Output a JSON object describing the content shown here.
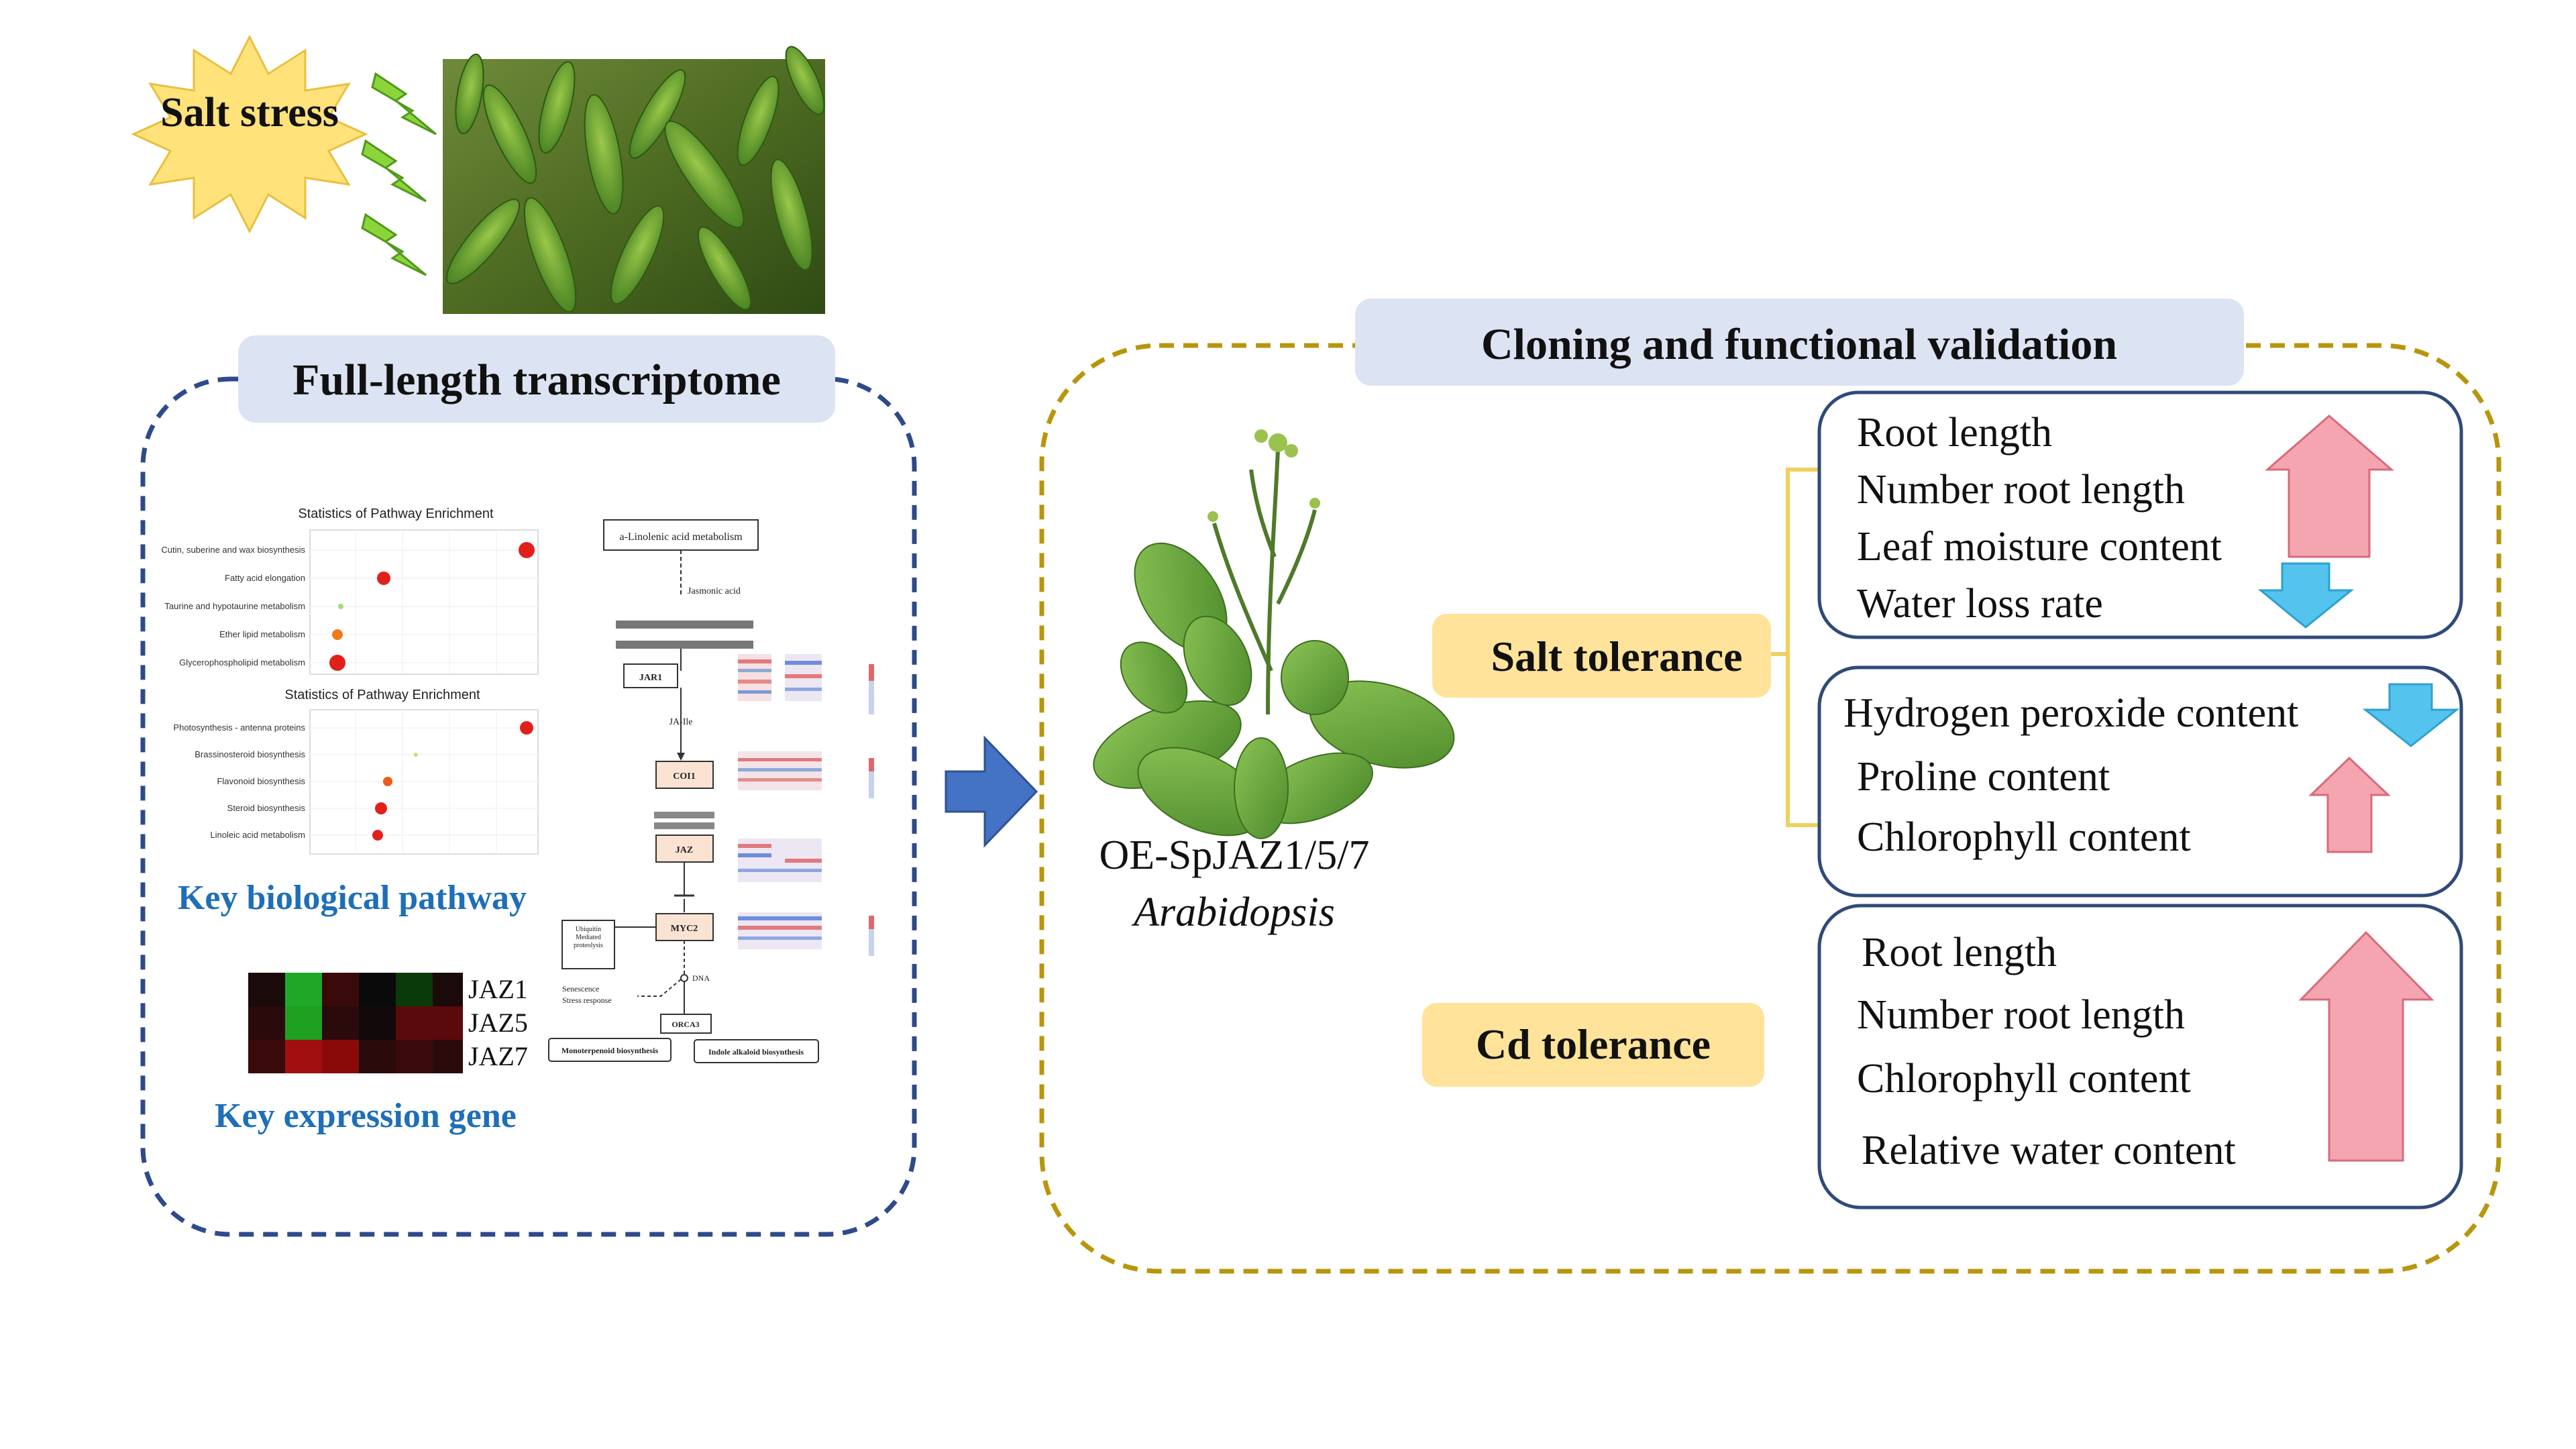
{
  "salt_stress": {
    "label": "Salt stress"
  },
  "left_panel": {
    "title": "Full-length transcriptome",
    "enrichment_plots": [
      {
        "title": "Statistics of Pathway Enrichment",
        "pathways": [
          "Cutin, suberine and wax biosynthesis",
          "Fatty acid elongation",
          "Taurine and hypotaurine metabolism",
          "Ether lipid metabolism",
          "Glycerophospholipid metabolism"
        ]
      },
      {
        "title": "Statistics of Pathway Enrichment",
        "pathways": [
          "Photosynthesis - antenna proteins",
          "Brassinosteroid biosynthesis",
          "Flavonoid biosynthesis",
          "Steroid biosynthesis",
          "Linoleic acid metabolism"
        ]
      }
    ],
    "pathway_caption": "Key biological pathway",
    "heatmap_genes": [
      "JAZ1",
      "JAZ5",
      "JAZ7"
    ],
    "gene_caption": "Key expression gene",
    "signaling": {
      "top": "a-Linolenic acid metabolism",
      "jasmonic": "Jasmonic acid",
      "jar1": "JAR1",
      "ja_ile": "JA-Ile",
      "coi1": "COI1",
      "jaz": "JAZ",
      "myc2": "MYC2",
      "ubiquitin": "Ubiquitin Mediated proteolysis",
      "senescence": "Senescence",
      "stress": "Stress response",
      "dna": "DNA",
      "orca3": "ORCA3",
      "mono": "Monoterpenoid biosynthesis",
      "indole": "Indole alkaloid biosynthesis"
    }
  },
  "right_panel": {
    "title": "Cloning and functional validation",
    "plant_line": "OE-SpJAZ1/5/7",
    "plant_species": "Arabidopsis",
    "salt_tolerance": {
      "label": "Salt tolerance",
      "box1": [
        "Root length",
        "Number root length",
        "Leaf moisture content",
        "Water loss rate"
      ],
      "box2": [
        "Hydrogen peroxide content",
        "Proline content",
        "Chlorophyll content"
      ]
    },
    "cd_tolerance": {
      "label": "Cd tolerance",
      "box": [
        "Root length",
        "Number root length",
        "Chlorophyll content",
        "Relative water content"
      ]
    }
  },
  "colors": {
    "blue_frame": "#2E4A8B",
    "gold_frame": "#B8960C",
    "title_pill": "#DCE3F2",
    "tolerance_pill": "#FFE39A",
    "caption_blue": "#1F6FB8",
    "arrow_up": "#F4A5B0",
    "arrow_down": "#54C3EE",
    "big_arrow": "#4472C4"
  }
}
